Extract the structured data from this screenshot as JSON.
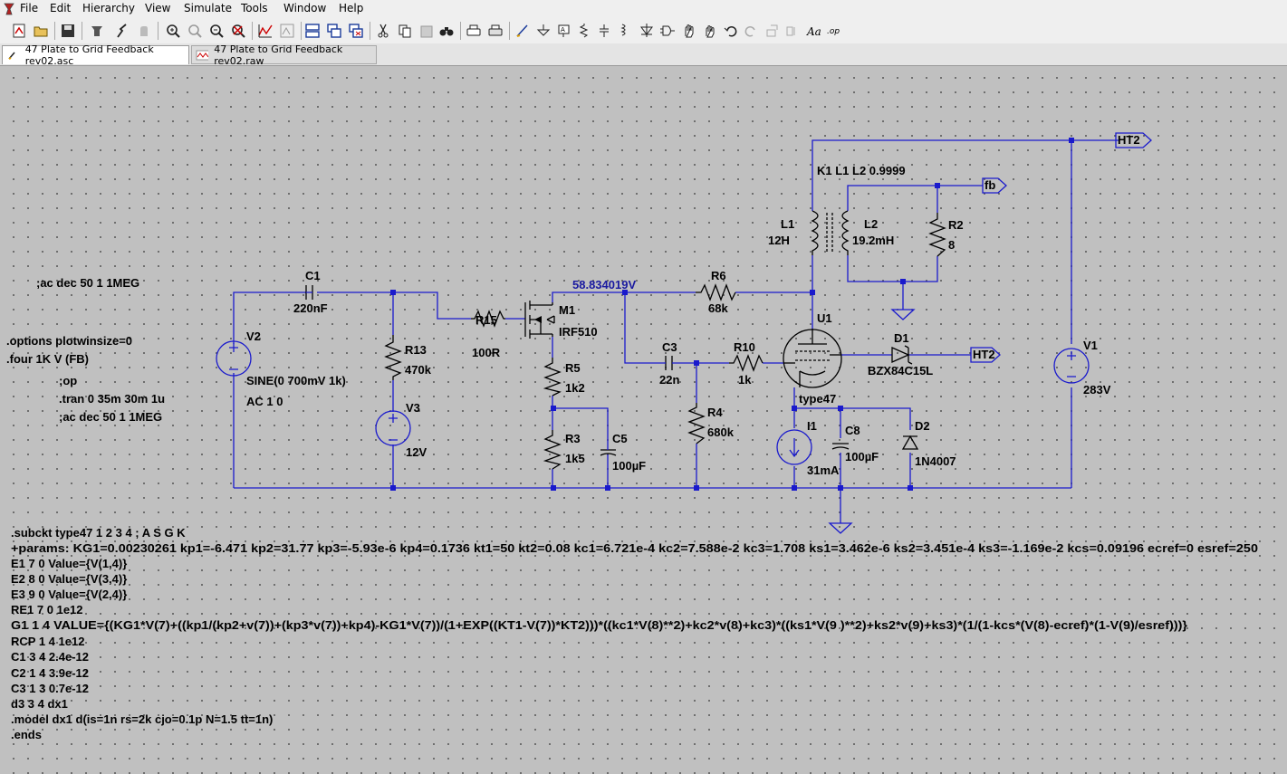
{
  "menubar": {
    "items": [
      "File",
      "Edit",
      "Hierarchy",
      "View",
      "Simulate",
      "Tools",
      "Window",
      "Help"
    ]
  },
  "toolbar": {
    "buttons": [
      "new-schematic-icon",
      "open-icon",
      "save-icon",
      "control-panel-icon",
      "run-icon",
      "halt-icon",
      "zoom-in-icon",
      "pan-icon",
      "zoom-out-icon",
      "zoom-cancel-icon",
      "autorange-icon",
      "view-fft-icon",
      "tile-windows-icon",
      "cascade-windows-icon",
      "close-windows-icon",
      "cut-icon",
      "copy-icon",
      "paste-icon",
      "find-icon",
      "print-setup-icon",
      "print-icon",
      "draw-wire-icon",
      "ground-icon",
      "label-net-icon",
      "resistor-icon",
      "capacitor-icon",
      "inductor-icon",
      "diode-icon",
      "component-icon",
      "move-icon",
      "drag-icon",
      "undo-icon",
      "redo-icon",
      "rotate-icon",
      "mirror-icon",
      "text-icon",
      "spice-directive-icon"
    ]
  },
  "tabs": [
    {
      "label": "47 Plate to Grid Feedback rev02.asc",
      "active": true
    },
    {
      "label": "47 Plate to Grid Feedback rev02.raw",
      "active": false
    }
  ],
  "colors": {
    "wire": "#1a1acc",
    "grid_dot": "#5a5a5a",
    "canvas": "#c0c0c0"
  },
  "schematic": {
    "labels": {
      "ht2_top": "HT2",
      "ht2_mid": "HT2",
      "fb": "fb",
      "coupling": "K1 L1 L2 0.9999",
      "node_voltage": "58.834019V",
      "c1": "C1",
      "c1_val": "220nF",
      "v2": "V2",
      "v2_val1": "SINE(0 700mV 1k)",
      "v2_val2": "AC 1 0",
      "r13": "R13",
      "r13_val": "470k",
      "v3": "V3",
      "v3_val": "12V",
      "r15": "R15",
      "r15_val": "100R",
      "m1": "M1",
      "m1_val": "IRF510",
      "r5": "R5",
      "r5_val": "1k2",
      "r3": "R3",
      "r3_val": "1k5",
      "c5": "C5",
      "c5_val": "100µF",
      "r6": "R6",
      "r6_val": "68k",
      "c3": "C3",
      "c3_val": "22n",
      "r10": "R10",
      "r10_val": "1k",
      "r4": "R4",
      "r4_val": "680k",
      "l1": "L1",
      "l1_val": "12H",
      "l2": "L2",
      "l2_val": "19.2mH",
      "r2": "R2",
      "r2_val": "8",
      "u1": "U1",
      "u1_val": "type47",
      "d1": "D1",
      "d1_val": "BZX84C15L",
      "i1": "I1",
      "i1_val": "31mA",
      "c8": "C8",
      "c8_val": "100µF",
      "d2": "D2",
      "d2_val": "1N4007",
      "v1": "V1",
      "v1_val": "283V"
    },
    "directives_left": [
      ";ac dec 50 1 1MEG",
      ".options plotwinsize=0",
      ".four 1K V (FB)",
      ";op",
      ".tran 0 35m 30m 1u",
      ";ac dec 50 1 1MEG"
    ],
    "subckt_lines": [
      ".subckt type47 1 2 3 4 ; A S G K",
      "+params: KG1=0.00230261 kp1=-6.471 kp2=31.77 kp3=-5.93e-6 kp4=0.1736 kt1=50 kt2=0.08 kc1=6.721e-4 kc2=7.588e-2 kc3=1.708 ks1=3.462e-6 ks2=3.451e-4 ks3=-1.169e-2 kcs=0.09196 ecref=0 esref=250",
      "E1  7 0 Value={V(1,4)}",
      "E2  8 0 Value={V(3,4)}",
      "E3  9 0 Value={V(2,4)}",
      "RE1 7 0 1e12",
      "G1  1 4 VALUE={(KG1*V(7)+((kp1/(kp2+v(7))+(kp3*v(7))+kp4)-KG1*V(7))/(1+EXP((KT1-V(7))*KT2)))*((kc1*V(8)**2)+kc2*v(8)+kc3)*((ks1*V(9 )**2)+ks2*v(9)+ks3)*(1/(1-kcs*(V(8)-ecref)*(1-V(9)/esref)))}",
      "RCP 1 4 1e12",
      "C1  3 4 2.4e-12",
      "C2  1 4 3.9e-12",
      "C3  1 3 0.7e-12",
      "d3  3 4 dx1",
      ".model dx1 d(is=1n rs=2k cjo=0.1p N=1.5 tt=1n)",
      ".ends"
    ]
  }
}
